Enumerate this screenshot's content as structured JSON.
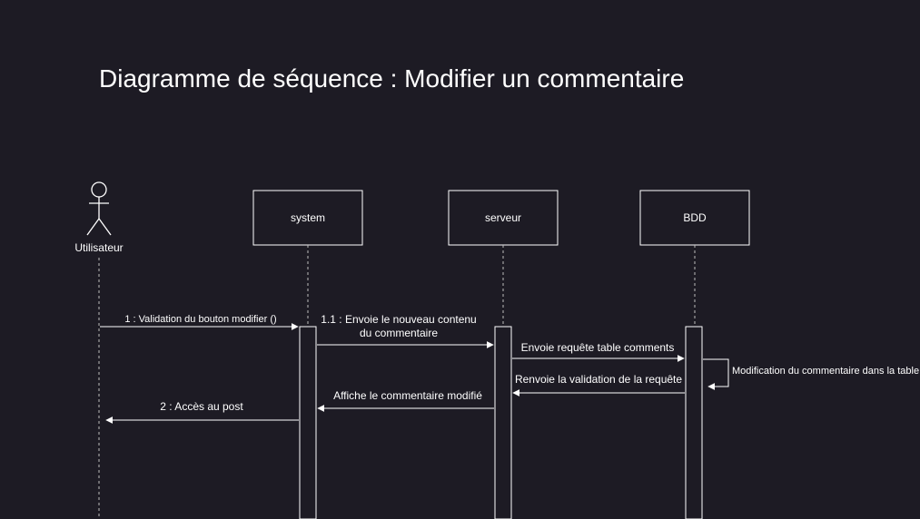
{
  "title": "Diagramme de séquence : Modifier un commentaire",
  "participants": {
    "actor": "Utilisateur",
    "system": "system",
    "serveur": "serveur",
    "bdd": "BDD"
  },
  "messages": {
    "m1": "1 : Validation du bouton modifier ()",
    "m11_line1": "1.1 : Envoie le nouveau contenu",
    "m11_line2": "du commentaire",
    "m_envoie": "Envoie requête table comments",
    "m_self": "Modification du commentaire dans la table",
    "m_renvoie": "Renvoie la validation de la requête",
    "m_affiche": "Affiche le commentaire modifié",
    "m2": "2 : Accès au post"
  },
  "colors": {
    "background": "#1d1b24",
    "foreground": "#ffffff",
    "lifeline": "#bdbdbd"
  }
}
